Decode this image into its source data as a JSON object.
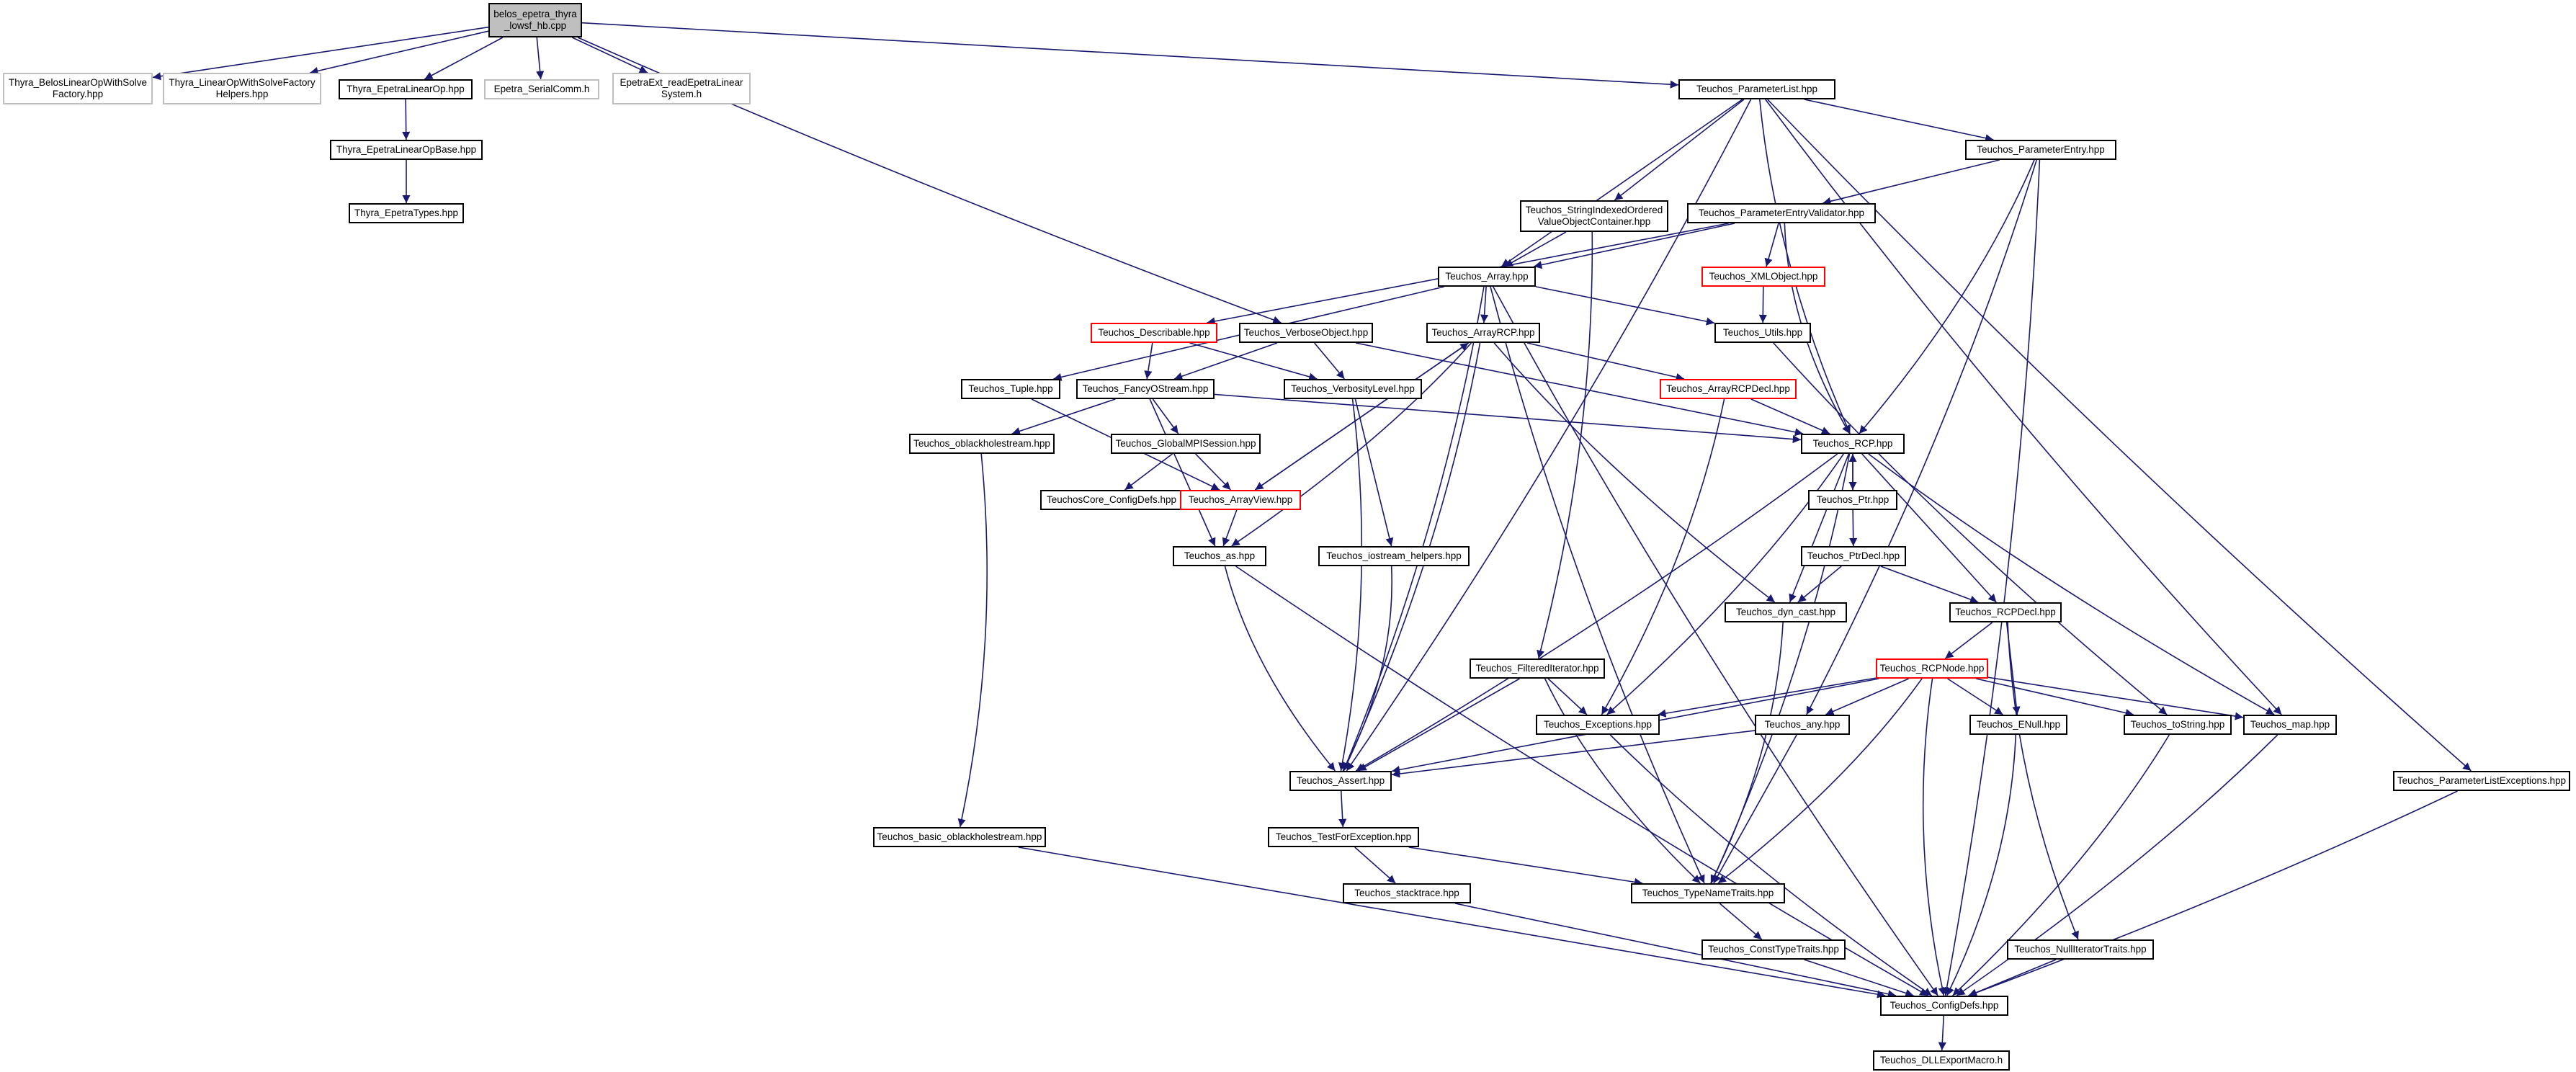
{
  "colors": {
    "edge": "#191970",
    "border_normal": "#000000",
    "border_red": "#ff0000",
    "border_gray": "#bfbfbf",
    "root_fill": "#bfbfbf"
  },
  "nodes": [
    {
      "id": "root",
      "label": "belos_epetra_thyra\n_lowsf_hb.cpp",
      "kind": "root"
    },
    {
      "id": "thyra_belos",
      "label": "Thyra_BelosLinearOpWithSolve\nFactory.hpp",
      "kind": "gray"
    },
    {
      "id": "thyra_lowsfh",
      "label": "Thyra_LinearOpWithSolveFactory\nHelpers.hpp",
      "kind": "gray"
    },
    {
      "id": "thyra_epetralinop",
      "label": "Thyra_EpetraLinearOp.hpp",
      "kind": "normal"
    },
    {
      "id": "epetra_serial",
      "label": "Epetra_SerialComm.h",
      "kind": "gray"
    },
    {
      "id": "epetraext",
      "label": "EpetraExt_readEpetraLinear\nSystem.h",
      "kind": "gray"
    },
    {
      "id": "paramlist",
      "label": "Teuchos_ParameterList.hpp",
      "kind": "normal"
    },
    {
      "id": "thyra_epetralinopbase",
      "label": "Thyra_EpetraLinearOpBase.hpp",
      "kind": "normal"
    },
    {
      "id": "thyra_epetratypes",
      "label": "Thyra_EpetraTypes.hpp",
      "kind": "normal"
    },
    {
      "id": "paramentry",
      "label": "Teuchos_ParameterEntry.hpp",
      "kind": "normal"
    },
    {
      "id": "strindexed",
      "label": "Teuchos_StringIndexedOrdered\nValueObjectContainer.hpp",
      "kind": "normal"
    },
    {
      "id": "pevalidator",
      "label": "Teuchos_ParameterEntryValidator.hpp",
      "kind": "normal"
    },
    {
      "id": "array",
      "label": "Teuchos_Array.hpp",
      "kind": "normal"
    },
    {
      "id": "xmlobject",
      "label": "Teuchos_XMLObject.hpp",
      "kind": "red"
    },
    {
      "id": "describable",
      "label": "Teuchos_Describable.hpp",
      "kind": "red"
    },
    {
      "id": "verboseobject",
      "label": "Teuchos_VerboseObject.hpp",
      "kind": "normal"
    },
    {
      "id": "arrayrcp",
      "label": "Teuchos_ArrayRCP.hpp",
      "kind": "normal"
    },
    {
      "id": "utils",
      "label": "Teuchos_Utils.hpp",
      "kind": "normal"
    },
    {
      "id": "tuple",
      "label": "Teuchos_Tuple.hpp",
      "kind": "normal"
    },
    {
      "id": "fancyostream",
      "label": "Teuchos_FancyOStream.hpp",
      "kind": "normal"
    },
    {
      "id": "verbositylevel",
      "label": "Teuchos_VerbosityLevel.hpp",
      "kind": "normal"
    },
    {
      "id": "arrayrcpdecl",
      "label": "Teuchos_ArrayRCPDecl.hpp",
      "kind": "red"
    },
    {
      "id": "oblackhole",
      "label": "Teuchos_oblackholestream.hpp",
      "kind": "normal"
    },
    {
      "id": "globalmpi",
      "label": "Teuchos_GlobalMPISession.hpp",
      "kind": "normal"
    },
    {
      "id": "rcp",
      "label": "Teuchos_RCP.hpp",
      "kind": "normal"
    },
    {
      "id": "coreconfig",
      "label": "TeuchosCore_ConfigDefs.hpp",
      "kind": "normal"
    },
    {
      "id": "arrayview",
      "label": "Teuchos_ArrayView.hpp",
      "kind": "red"
    },
    {
      "id": "ptr",
      "label": "Teuchos_Ptr.hpp",
      "kind": "normal"
    },
    {
      "id": "as",
      "label": "Teuchos_as.hpp",
      "kind": "normal"
    },
    {
      "id": "iostreamhelpers",
      "label": "Teuchos_iostream_helpers.hpp",
      "kind": "normal"
    },
    {
      "id": "ptrdecl",
      "label": "Teuchos_PtrDecl.hpp",
      "kind": "normal"
    },
    {
      "id": "dyncast",
      "label": "Teuchos_dyn_cast.hpp",
      "kind": "normal"
    },
    {
      "id": "rcpdecl",
      "label": "Teuchos_RCPDecl.hpp",
      "kind": "normal"
    },
    {
      "id": "filtered",
      "label": "Teuchos_FilteredIterator.hpp",
      "kind": "normal"
    },
    {
      "id": "rcpnode",
      "label": "Teuchos_RCPNode.hpp",
      "kind": "red"
    },
    {
      "id": "exceptions",
      "label": "Teuchos_Exceptions.hpp",
      "kind": "normal"
    },
    {
      "id": "any",
      "label": "Teuchos_any.hpp",
      "kind": "normal"
    },
    {
      "id": "enull",
      "label": "Teuchos_ENull.hpp",
      "kind": "normal"
    },
    {
      "id": "tostring",
      "label": "Teuchos_toString.hpp",
      "kind": "normal"
    },
    {
      "id": "map",
      "label": "Teuchos_map.hpp",
      "kind": "normal"
    },
    {
      "id": "plexceptions",
      "label": "Teuchos_ParameterListExceptions.hpp",
      "kind": "normal"
    },
    {
      "id": "assert",
      "label": "Teuchos_Assert.hpp",
      "kind": "normal"
    },
    {
      "id": "basicoblack",
      "label": "Teuchos_basic_oblackholestream.hpp",
      "kind": "normal"
    },
    {
      "id": "testforexc",
      "label": "Teuchos_TestForException.hpp",
      "kind": "normal"
    },
    {
      "id": "stacktrace",
      "label": "Teuchos_stacktrace.hpp",
      "kind": "normal"
    },
    {
      "id": "typenametraits",
      "label": "Teuchos_TypeNameTraits.hpp",
      "kind": "normal"
    },
    {
      "id": "consttypetraits",
      "label": "Teuchos_ConstTypeTraits.hpp",
      "kind": "normal"
    },
    {
      "id": "nulliter",
      "label": "Teuchos_NullIteratorTraits.hpp",
      "kind": "normal"
    },
    {
      "id": "configdefs",
      "label": "Teuchos_ConfigDefs.hpp",
      "kind": "normal"
    },
    {
      "id": "dllexport",
      "label": "Teuchos_DLLExportMacro.h",
      "kind": "normal"
    }
  ],
  "edges": [
    [
      "root",
      "thyra_belos"
    ],
    [
      "root",
      "thyra_lowsfh"
    ],
    [
      "root",
      "thyra_epetralinop"
    ],
    [
      "root",
      "epetra_serial"
    ],
    [
      "root",
      "epetraext"
    ],
    [
      "root",
      "paramlist"
    ],
    [
      "root",
      "verboseobject"
    ],
    [
      "thyra_epetralinop",
      "thyra_epetralinopbase"
    ],
    [
      "thyra_epetralinopbase",
      "thyra_epetratypes"
    ],
    [
      "paramlist",
      "paramentry"
    ],
    [
      "paramlist",
      "strindexed"
    ],
    [
      "paramlist",
      "array"
    ],
    [
      "paramlist",
      "rcp"
    ],
    [
      "paramlist",
      "assert"
    ],
    [
      "paramlist",
      "map"
    ],
    [
      "paramlist",
      "plexceptions"
    ],
    [
      "paramentry",
      "pevalidator"
    ],
    [
      "paramentry",
      "any"
    ],
    [
      "paramentry",
      "rcp"
    ],
    [
      "paramentry",
      "configdefs"
    ],
    [
      "strindexed",
      "array"
    ],
    [
      "strindexed",
      "filtered"
    ],
    [
      "pevalidator",
      "array"
    ],
    [
      "pevalidator",
      "xmlobject"
    ],
    [
      "pevalidator",
      "rcp"
    ],
    [
      "pevalidator",
      "describable"
    ],
    [
      "array",
      "utils"
    ],
    [
      "array",
      "arrayrcp"
    ],
    [
      "array",
      "tuple"
    ],
    [
      "array",
      "assert"
    ],
    [
      "array",
      "typenametraits"
    ],
    [
      "array",
      "configdefs"
    ],
    [
      "xmlobject",
      "utils"
    ],
    [
      "utils",
      "tostring"
    ],
    [
      "describable",
      "fancyostream"
    ],
    [
      "describable",
      "verbositylevel"
    ],
    [
      "verboseobject",
      "fancyostream"
    ],
    [
      "verboseobject",
      "verbositylevel"
    ],
    [
      "verboseobject",
      "rcp"
    ],
    [
      "arrayrcp",
      "arrayrcpdecl"
    ],
    [
      "arrayrcp",
      "arrayview"
    ],
    [
      "arrayrcp",
      "as"
    ],
    [
      "arrayrcp",
      "assert"
    ],
    [
      "arrayrcp",
      "dyncast"
    ],
    [
      "arrayrcpdecl",
      "rcp"
    ],
    [
      "arrayrcpdecl",
      "exceptions"
    ],
    [
      "tuple",
      "arrayview"
    ],
    [
      "fancyostream",
      "oblackhole"
    ],
    [
      "fancyostream",
      "globalmpi"
    ],
    [
      "fancyostream",
      "rcp"
    ],
    [
      "fancyostream",
      "as"
    ],
    [
      "verbositylevel",
      "iostreamhelpers"
    ],
    [
      "verbositylevel",
      "assert"
    ],
    [
      "oblackhole",
      "basicoblack"
    ],
    [
      "globalmpi",
      "coreconfig"
    ],
    [
      "globalmpi",
      "arrayview"
    ],
    [
      "arrayview",
      "arrayrcp"
    ],
    [
      "arrayview",
      "as"
    ],
    [
      "rcp",
      "ptr"
    ],
    [
      "rcp",
      "dyncast"
    ],
    [
      "rcp",
      "rcpdecl"
    ],
    [
      "rcp",
      "assert"
    ],
    [
      "rcp",
      "exceptions"
    ],
    [
      "rcp",
      "typenametraits"
    ],
    [
      "rcp",
      "map"
    ],
    [
      "ptr",
      "rcp"
    ],
    [
      "ptr",
      "ptrdecl"
    ],
    [
      "ptrdecl",
      "dyncast"
    ],
    [
      "ptrdecl",
      "rcpdecl"
    ],
    [
      "rcpdecl",
      "rcpnode"
    ],
    [
      "rcpdecl",
      "enull"
    ],
    [
      "rcpdecl",
      "nulliter"
    ],
    [
      "rcpnode",
      "exceptions"
    ],
    [
      "rcpnode",
      "any"
    ],
    [
      "rcpnode",
      "enull"
    ],
    [
      "rcpnode",
      "tostring"
    ],
    [
      "rcpnode",
      "map"
    ],
    [
      "rcpnode",
      "assert"
    ],
    [
      "rcpnode",
      "typenametraits"
    ],
    [
      "rcpnode",
      "configdefs"
    ],
    [
      "filtered",
      "exceptions"
    ],
    [
      "filtered",
      "assert"
    ],
    [
      "filtered",
      "typenametraits"
    ],
    [
      "as",
      "assert"
    ],
    [
      "as",
      "configdefs"
    ],
    [
      "iostreamhelpers",
      "assert"
    ],
    [
      "dyncast",
      "typenametraits"
    ],
    [
      "exceptions",
      "configdefs"
    ],
    [
      "any",
      "assert"
    ],
    [
      "any",
      "typenametraits"
    ],
    [
      "enull",
      "configdefs"
    ],
    [
      "tostring",
      "configdefs"
    ],
    [
      "map",
      "configdefs"
    ],
    [
      "plexceptions",
      "configdefs"
    ],
    [
      "assert",
      "testforexc"
    ],
    [
      "testforexc",
      "stacktrace"
    ],
    [
      "testforexc",
      "typenametraits"
    ],
    [
      "stacktrace",
      "configdefs"
    ],
    [
      "basicoblack",
      "configdefs"
    ],
    [
      "typenametraits",
      "consttypetraits"
    ],
    [
      "consttypetraits",
      "configdefs"
    ],
    [
      "nulliter",
      "configdefs"
    ],
    [
      "configdefs",
      "dllexport"
    ]
  ]
}
